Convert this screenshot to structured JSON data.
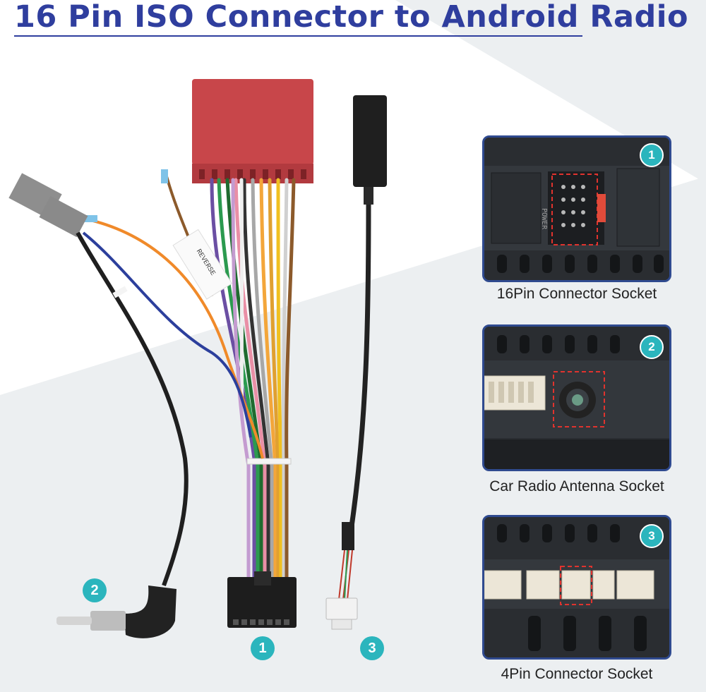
{
  "title": "16 Pin ISO Connector to Android Radio",
  "colors": {
    "title": "#2f3e9e",
    "badge": "#2bb5bd",
    "panel_border": "#2f4a8f",
    "highlight": "#e0332e"
  },
  "harness": {
    "label_text": "REVERSE",
    "callouts": [
      "2",
      "1",
      "3"
    ]
  },
  "panels": [
    {
      "number": "1",
      "caption": "16Pin Connector Socket",
      "power_label": "POWER"
    },
    {
      "number": "2",
      "caption": "Car Radio Antenna Socket"
    },
    {
      "number": "3",
      "caption": "4Pin Connector Socket"
    }
  ]
}
